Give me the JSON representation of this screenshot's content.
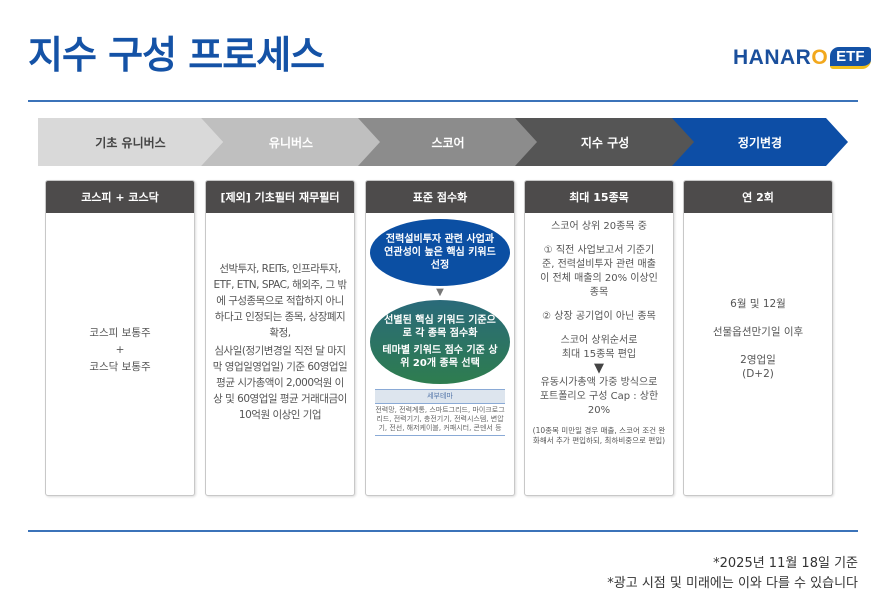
{
  "title": "지수 구성 프로세스",
  "logo": {
    "text1": "HANAR",
    "text2": "O",
    "badge": "ETF"
  },
  "steps": [
    {
      "label": "기초 유니버스",
      "bg": "#d9d9d9",
      "fg": "#444444"
    },
    {
      "label": "유니버스",
      "bg": "#bfbfbf",
      "fg": "#ffffff"
    },
    {
      "label": "스코어",
      "bg": "#8c8c8c",
      "fg": "#ffffff"
    },
    {
      "label": "지수 구성",
      "bg": "#555555",
      "fg": "#ffffff"
    },
    {
      "label": "정기변경",
      "bg": "#0d4ea6",
      "fg": "#ffffff"
    }
  ],
  "cards": [
    {
      "header": "코스피 + 코스닥",
      "lines": [
        "코스피 보통주",
        "+",
        "코스닥 보통주"
      ]
    },
    {
      "header": "[제외] 기초필터 재무필터",
      "text1": "선박투자, REITs, 인프라투자, ETF, ETN, SPAC, 해외주, 그 밖에 구성종목으로 적합하지 아니하다고 인정되는 종목, 상장폐지 확정,",
      "text2": "심사일(정기변경일 직전 달 마지막 영업일영업일) 기준 60영업일 평균 시가총액이 2,000억원 이상 및 60영업일 평균 거래대금이 10억원 이상인 기업"
    },
    {
      "header": "표준 점수화",
      "circle1": "전력설비투자 관련 사업과 연관성이 높은 핵심 키워드 선정",
      "circle2a": "선별된 핵심 키워드 기준으로 각 종목 점수화",
      "circle2b": "테마별 키워드 점수 기준 상위 20개 종목 선택",
      "sub_title": "세부테마",
      "sub_text": "전력망, 전력계통, 스마트그리드, 마이크로그리드, 전력기기, 충전기기, 전력시스템, 변압기, 전선, 해저케이블, 커패시터, 콘덴서 등"
    },
    {
      "header": "최대 15종목",
      "p1": "스코어 상위 20종목 중",
      "p2": "① 직전 사업보고서 기준기준, 전력설비투자 관련 매출이 전체 매출의 20% 이상인 종목",
      "p3": "② 상장 공기업이 아닌 종목",
      "p4": "스코어 상위순서로 최대 15종목 편입",
      "p5": "유동시가총액 가중 방식으로 포트폴리오 구성 Cap : 상한 20%",
      "p6": "(10종목 미만일 경우 매출, 스코어 조건 완화해서 추가 편입하되, 최하비중으로 편입)"
    },
    {
      "header": "연 2회",
      "p1": "6월 및 12월",
      "p2": "선물옵션만기일 이후",
      "p3": "2영업일",
      "p4": "(D+2)"
    }
  ],
  "footnotes": [
    "*2025년 11월 18일 기준",
    "*광고 시점 및 미래에는 이와 다를 수 있습니다"
  ]
}
